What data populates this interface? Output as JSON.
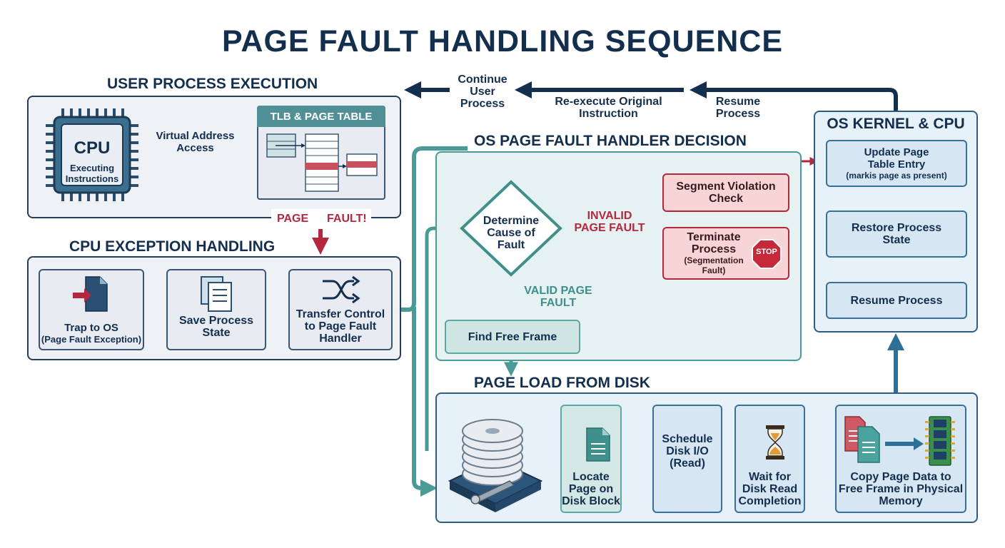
{
  "title": "PAGE FAULT HANDLING SEQUENCE",
  "sections": {
    "user": "USER PROCESS EXECUTION",
    "cpu_exception": "CPU EXCEPTION HANDLING",
    "os_handler": "OS PAGE FAULT HANDLER DECISION",
    "page_load": "PAGE  LOAD FROM DISK",
    "kernel": "OS KERNEL & CPU"
  },
  "cpu": {
    "label": "CPU",
    "sub": "Executing Instructions"
  },
  "tlb": {
    "label": "TLB & PAGE TABLE"
  },
  "labels": {
    "virtual_address": "Virtual Address Access",
    "page_fault_1": "PAGE",
    "page_fault_2": "FAULT!",
    "continue": "Continue User Process",
    "reexecute": "Re-execute Original Instruction",
    "resume_top": "Resume Process",
    "invalid": "INVALID PAGE FAULT",
    "valid": "VALID PAGE FAULT"
  },
  "exception_steps": [
    {
      "label": "Trap to OS",
      "sub": "(Page Fault Exception)"
    },
    {
      "label": "Save Process State"
    },
    {
      "label": "Transfer Control to Page Fault Handler"
    }
  ],
  "decision": {
    "label": "Determine Cause of Fault"
  },
  "segment_check": {
    "label": "Segment Violation Check"
  },
  "terminate": {
    "label": "Terminate Process",
    "sub": "(Segmentation Fault)",
    "stop": "STOP"
  },
  "find_frame": {
    "label": "Find Free Frame"
  },
  "disk_steps": [
    {
      "label": "Locate Page on Disk Block"
    },
    {
      "label": "Schedule Disk I/O (Read)"
    },
    {
      "label": "Wait for Disk Read Completion"
    },
    {
      "label": "Copy Page Data to Free Frame in Physical Memory"
    }
  ],
  "kernel_steps": [
    {
      "label": "Update Page Table Entry",
      "sub": "(markis page as present)"
    },
    {
      "label": "Restore Process State"
    },
    {
      "label": "Resume Process"
    }
  ],
  "colors": {
    "navy": "#142f4e",
    "red": "#b3283e",
    "teal": "#4a9a97",
    "blue": "#2e6f98"
  }
}
